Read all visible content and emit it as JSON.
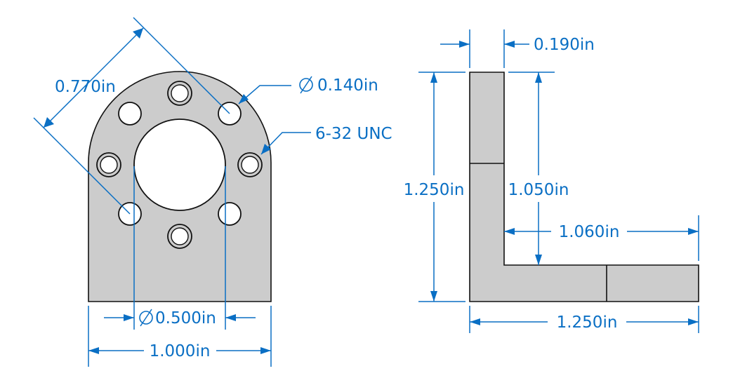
{
  "drawing": {
    "dimensions": {
      "hole_pattern": "0.770in",
      "hole_diameter": "0.140in",
      "thread": "6-32 UNC",
      "bore_diameter": "0.500in",
      "flange_width": "1.000in",
      "thickness": "0.190in",
      "flange_height": "1.250in",
      "inner_height": "1.050in",
      "inner_length": "1.060in",
      "base_length": "1.250in"
    },
    "colors": {
      "dimension": "#0a6fc4",
      "part_fill": "#cccccc",
      "outline": "#111111"
    }
  }
}
